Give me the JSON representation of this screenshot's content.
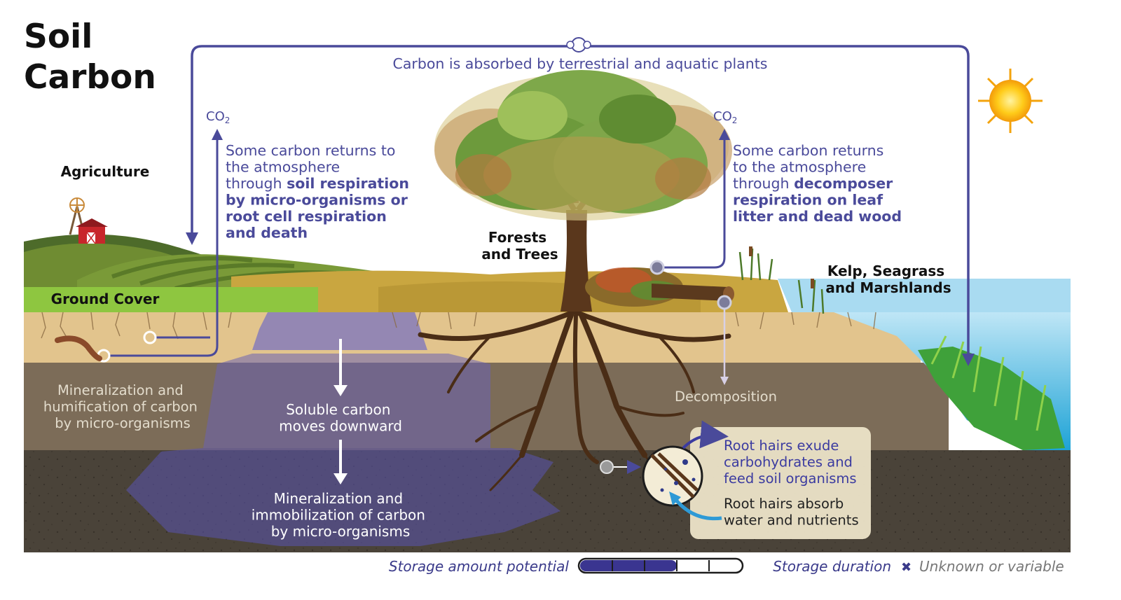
{
  "title": {
    "line1": "Soil",
    "line2": "Carbon"
  },
  "top_flow": {
    "label": "Carbon is absorbed by terrestrial and aquatic plants"
  },
  "left_flow": {
    "co2": "CO",
    "co2_sub": "2",
    "line1": "Some carbon returns to",
    "line2": "the atmosphere",
    "line3_plain": "through ",
    "line3_bold": "soil respiration",
    "line4": "by micro-organisms or",
    "line5": "root cell respiration",
    "line6": "and death"
  },
  "right_flow": {
    "co2": "CO",
    "co2_sub": "2",
    "line1": "Some carbon returns",
    "line2": "to the atmosphere",
    "line3_plain": "through ",
    "line3_bold": "decomposer",
    "line4": "respiration on leaf",
    "line5": "litter and dead wood"
  },
  "labels": {
    "agriculture": "Agriculture",
    "ground_cover": "Ground Cover",
    "forests_line1": "Forests",
    "forests_line2": "and Trees",
    "kelp_line1": "Kelp, Seagrass",
    "kelp_line2": "and Marshlands"
  },
  "processes": {
    "mineral_humif": [
      "Mineralization and",
      "humification of carbon",
      "by micro-organisms"
    ],
    "soluble": [
      "Soluble carbon",
      "moves downward"
    ],
    "mineral_immob": [
      "Mineralization and",
      "immobilization of carbon",
      "by micro-organisms"
    ],
    "decomposition": "Decomposition"
  },
  "root_box": {
    "exude": [
      "Root hairs exude",
      "carbohydrates and",
      "feed soil organisms"
    ],
    "absorb": [
      "Root hairs absorb",
      "water and nutrients"
    ]
  },
  "legend": {
    "storage_amount_label": "Storage amount potential",
    "storage_amount_level": 0.6,
    "storage_amount_segments": 5,
    "storage_duration_label": "Storage duration",
    "storage_duration_value": "Unknown or variable",
    "storage_duration_icon": "x-icon"
  },
  "colors": {
    "arrow": "#4a4a9a",
    "text_blue": "#4a4a9a",
    "sky_water": "#a9dbf1",
    "topsoil": "#e2c48d",
    "subsoil": "#7c6c58",
    "deep_soil": "#4a4339"
  }
}
